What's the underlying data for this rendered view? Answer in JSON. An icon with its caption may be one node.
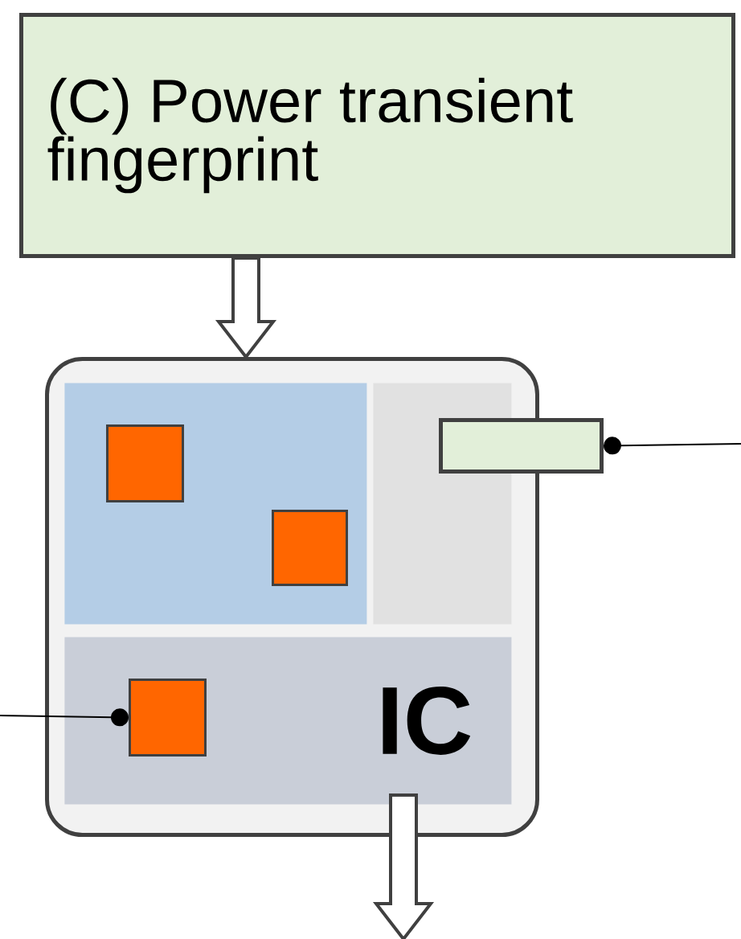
{
  "diagram": {
    "nodes": [
      {
        "text": [
          "(C) Power transient fingerprint"
        ]
      },
      {
        "text": [],
        "shape": "box"
      },
      {
        "text": [],
        "shape": "box",
        "in": 1
      },
      {
        "text": [],
        "shape": "box",
        "in": 1
      },
      {
        "text": [
          "IC"
        ],
        "in": 1
      },
      {
        "text": [],
        "shape": "box",
        "in": 2
      },
      {
        "text": [],
        "shape": "box",
        "in": 2
      },
      {
        "text": [],
        "shape": "box",
        "in": 4
      },
      {
        "text": [],
        "shape": "box"
      }
    ],
    "edges": [
      {
        "from": 0,
        "to": 1,
        "arrow": "to"
      },
      {
        "from": 1,
        "to": null,
        "arrow": "to"
      },
      {
        "from": null,
        "to": 7,
        "arrow": "other"
      },
      {
        "from": 8,
        "to": null,
        "arrow": "other"
      }
    ]
  }
}
